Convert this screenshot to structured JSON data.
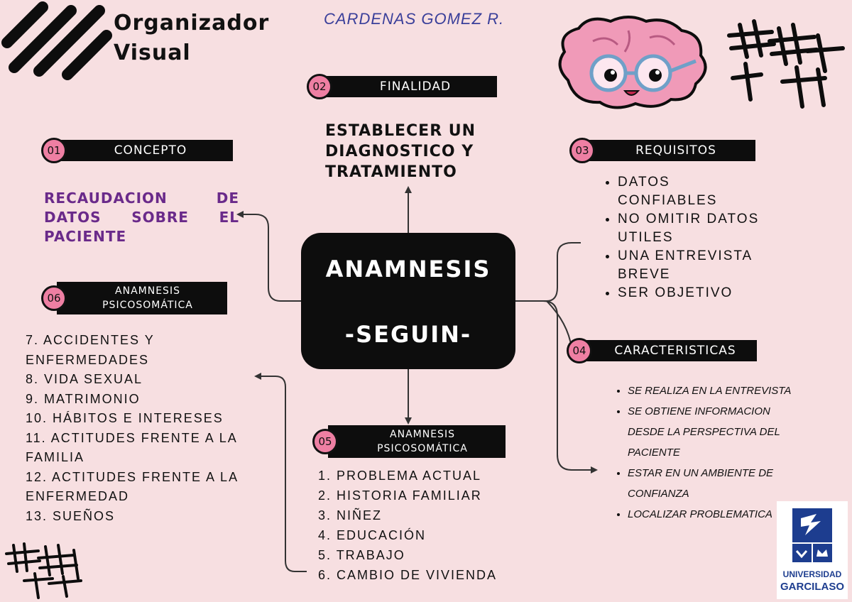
{
  "header": {
    "title_line1": "Organizador",
    "title_line2": "Visual",
    "author": "CARDENAS GOMEZ R."
  },
  "center": {
    "line1": "ANAMNESIS",
    "line2": "-SEGUIN-"
  },
  "sections": {
    "concepto": {
      "num": "01",
      "label": "CONCEPTO",
      "text": "RECAUDACION DE DATOS SOBRE EL PACIENTE"
    },
    "finalidad": {
      "num": "02",
      "label": "FINALIDAD",
      "text_line1": "ESTABLECER UN",
      "text_line2": "DIAGNOSTICO Y",
      "text_line3": "TRATAMIENTO"
    },
    "requisitos": {
      "num": "03",
      "label": "REQUISITOS",
      "items": [
        "DATOS CONFIABLES",
        "NO OMITIR DATOS UTILES",
        "UNA ENTREVISTA BREVE",
        "SER OBJETIVO"
      ]
    },
    "caracteristicas": {
      "num": "04",
      "label": "CARACTERISTICAS",
      "items": [
        "SE REALIZA EN LA ENTREVISTA",
        "SE OBTIENE INFORMACION DESDE LA PERSPECTIVA DEL PACIENTE",
        "ESTAR EN UN AMBIENTE DE CONFIANZA",
        "LOCALIZAR PROBLEMATICA"
      ]
    },
    "psico05": {
      "num": "05",
      "label_line1": "ANAMNESIS",
      "label_line2": "PSICOSOMÁTICA",
      "items": [
        "1. PROBLEMA ACTUAL",
        "2. HISTORIA FAMILIAR",
        "3. NIÑEZ",
        "4. EDUCACIÓN",
        "5. TRABAJO",
        "6. CAMBIO DE VIVIENDA"
      ]
    },
    "psico06": {
      "num": "06",
      "label_line1": "ANAMNESIS",
      "label_line2": "PSICOSOMÁTICA",
      "items": [
        "7. ACCIDENTES Y ENFERMEDADES",
        "8. VIDA SEXUAL",
        "9. MATRIMONIO",
        "10. HÁBITOS E INTERESES",
        "11. ACTITUDES FRENTE A LA FAMILIA",
        "12. ACTITUDES FRENTE A LA ENFERMEDAD",
        "13. SUEÑOS"
      ]
    }
  },
  "logo": {
    "line1": "UNIVERSIDAD",
    "line2": "GARCILASO"
  },
  "colors": {
    "background": "#f7dfe1",
    "accent_pink": "#ee7fa3",
    "dark": "#0d0d0d",
    "purple_text": "#6a2a8a",
    "logo_blue": "#1d3d8f"
  },
  "icons": [
    "brain-mascot-icon",
    "hash-scribble-icon",
    "stripe-scribble-icon"
  ]
}
